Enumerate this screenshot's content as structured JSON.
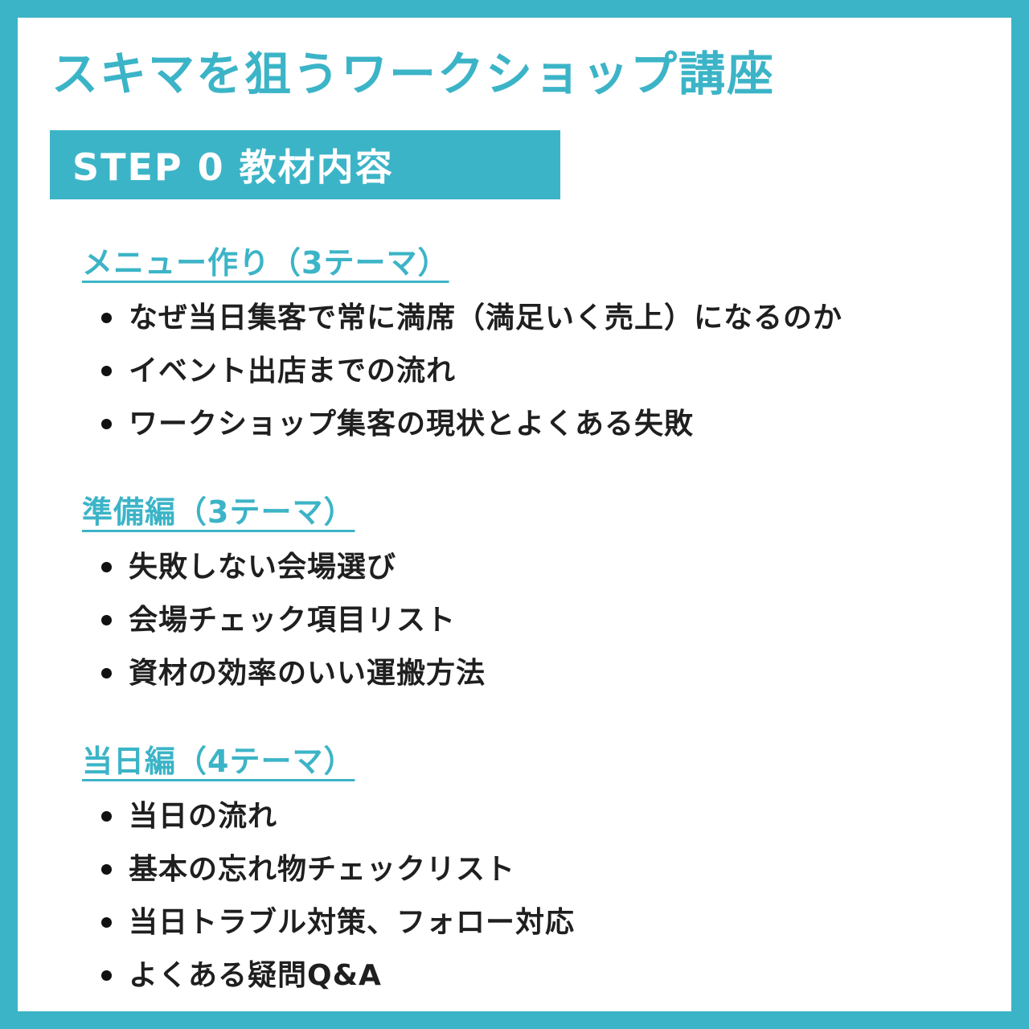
{
  "page": {
    "title": "スキマを狙うワークショップ講座",
    "banner_label": "STEP 0 教材内容"
  },
  "colors": {
    "accent": "#3cb4c7",
    "text": "#1f1f1f",
    "background": "#ffffff"
  },
  "sections": [
    {
      "heading": "メニュー作り（3テーマ）",
      "items": [
        "なぜ当日集客で常に満席（満足いく売上）になるのか",
        "イベント出店までの流れ",
        "ワークショップ集客の現状とよくある失敗"
      ]
    },
    {
      "heading": "準備編（3テーマ）",
      "items": [
        "失敗しない会場選び",
        "会場チェック項目リスト",
        "資材の効率のいい運搬方法"
      ]
    },
    {
      "heading": "当日編（4テーマ）",
      "items": [
        "当日の流れ",
        "基本の忘れ物チェックリスト",
        "当日トラブル対策、フォロー対応",
        "よくある疑問Q&A"
      ]
    }
  ]
}
